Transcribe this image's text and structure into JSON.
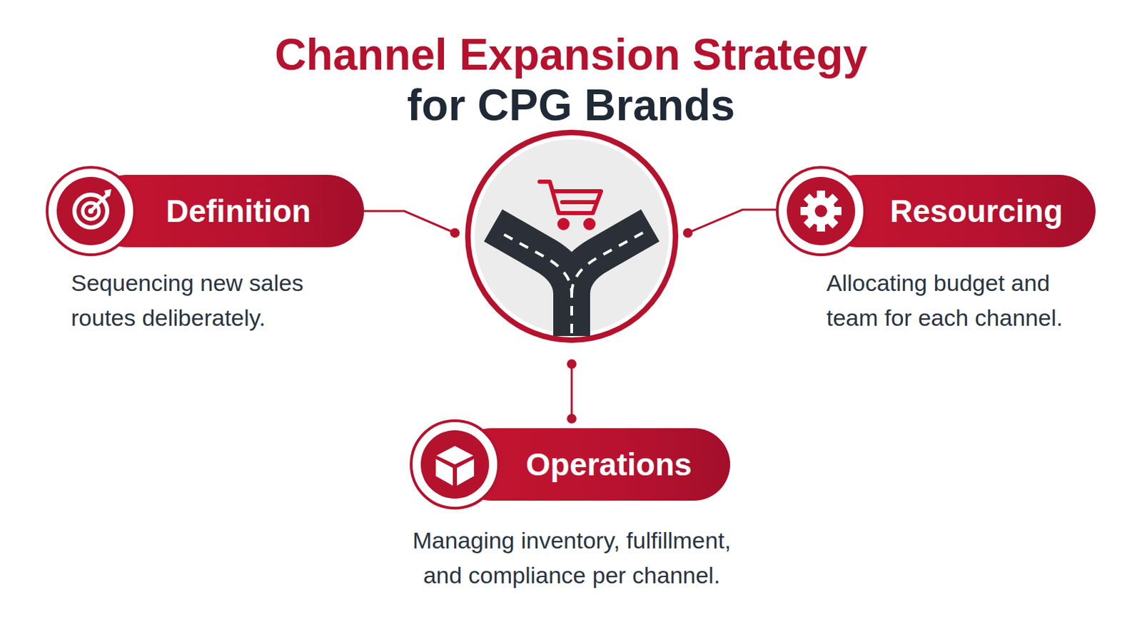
{
  "diagram": {
    "title": "Channel Expansion Strategy for CPG Brands",
    "nodes": [
      {
        "text": [
          "Definition",
          "Sequencing new sales routes deliberately."
        ]
      },
      {
        "text": [
          "Resourcing",
          "Allocating budget and team for each channel."
        ]
      },
      {
        "text": [
          "Operations",
          "Managing inventory, fulfillment, and compliance per channel."
        ]
      }
    ]
  }
}
